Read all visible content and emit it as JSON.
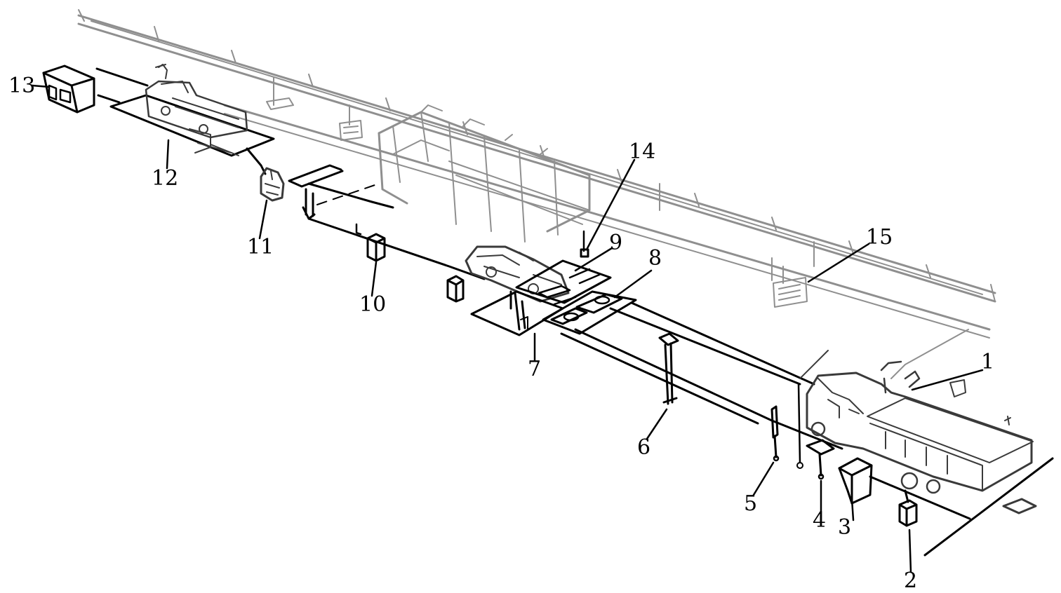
{
  "colors": {
    "line": "#000000",
    "overhead_rail": "#8f8f8f",
    "background": "#ffffff"
  },
  "callouts": [
    {
      "id": "c1",
      "label": "1"
    },
    {
      "id": "c2",
      "label": "2"
    },
    {
      "id": "c3",
      "label": "3"
    },
    {
      "id": "c4",
      "label": "4"
    },
    {
      "id": "c5",
      "label": "5"
    },
    {
      "id": "c6",
      "label": "6"
    },
    {
      "id": "c7",
      "label": "7"
    },
    {
      "id": "c8",
      "label": "8"
    },
    {
      "id": "c9",
      "label": "9"
    },
    {
      "id": "c10",
      "label": "10"
    },
    {
      "id": "c11",
      "label": "11"
    },
    {
      "id": "c12",
      "label": "12"
    },
    {
      "id": "c13",
      "label": "13"
    },
    {
      "id": "c14",
      "label": "14"
    },
    {
      "id": "c15",
      "label": "15"
    }
  ]
}
